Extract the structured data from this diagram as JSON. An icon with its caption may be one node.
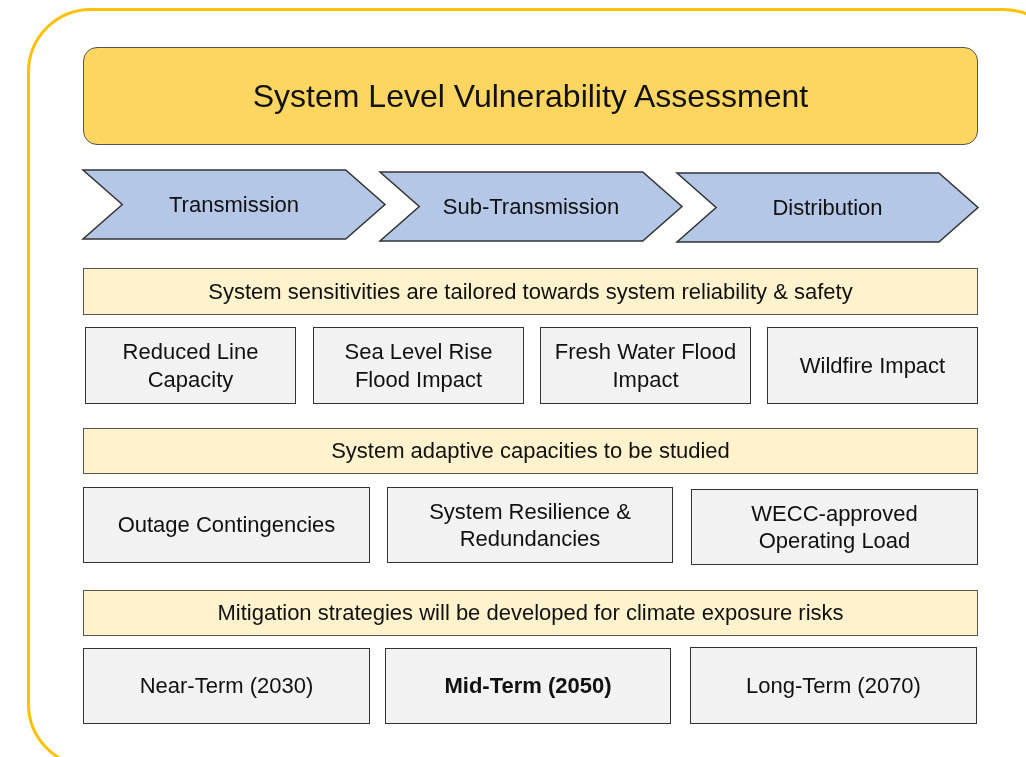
{
  "diagram": {
    "nodes": [
      {
        "text": [
          "System Level Vulnerability Assessment"
        ]
      },
      {
        "text": [
          "Transmission"
        ]
      },
      {
        "text": [
          "Sub-Transmission"
        ]
      },
      {
        "text": [
          "Distribution"
        ]
      },
      {
        "text": [
          "System sensitivities are tailored towards system reliability & safety"
        ]
      },
      {
        "text": [
          "Reduced Line Capacity"
        ]
      },
      {
        "text": [
          "Sea Level Rise Flood Impact"
        ]
      },
      {
        "text": [
          "Fresh Water Flood Impact"
        ]
      },
      {
        "text": [
          "Wildfire Impact"
        ]
      },
      {
        "text": [
          "System adaptive capacities to be studied"
        ]
      },
      {
        "text": [
          "Outage Contingencies"
        ]
      },
      {
        "text": [
          "System Resilience & Redundancies"
        ]
      },
      {
        "text": [
          "WECC-approved Operating Load"
        ]
      },
      {
        "text": [
          "Mitigation strategies will be developed for climate exposure risks"
        ]
      },
      {
        "text": [
          "Near-Term (2030)"
        ]
      },
      {
        "text": [
          "Mid-Term (2050)"
        ]
      },
      {
        "text": [
          "Long-Term (2070)"
        ]
      }
    ]
  }
}
